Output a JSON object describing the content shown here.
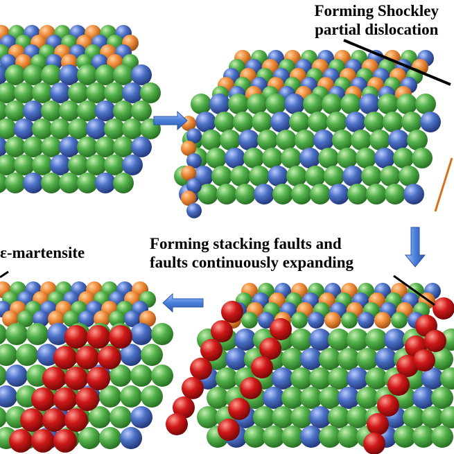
{
  "labels": {
    "shockley_line1": "Forming Shockley",
    "shockley_line2": "partial dislocation",
    "faults_line1": "Forming stacking faults and",
    "faults_line2": "faults continuously expanding",
    "martensite": "ε-martensite"
  },
  "colors": {
    "atom_orange": "#e8883a",
    "atom_blue": "#4a6fc4",
    "atom_green": "#52b04a",
    "atom_red": "#d01818",
    "arrow_blue": "#4a7fd8",
    "dislocation_line": "#d9701e",
    "pointer": "#000000"
  },
  "panels": [
    {
      "name": "panel-fcc-lattice",
      "description_icon": "atom-lattice"
    },
    {
      "name": "panel-shockley-dislocation",
      "description_icon": "atom-lattice"
    },
    {
      "name": "panel-stacking-faults",
      "description_icon": "atom-lattice"
    },
    {
      "name": "panel-epsilon-martensite",
      "description_icon": "atom-lattice"
    }
  ],
  "arrows": [
    {
      "name": "arrow-right-icon",
      "direction": "right"
    },
    {
      "name": "arrow-down-icon",
      "direction": "down"
    },
    {
      "name": "arrow-left-icon",
      "direction": "left"
    }
  ]
}
